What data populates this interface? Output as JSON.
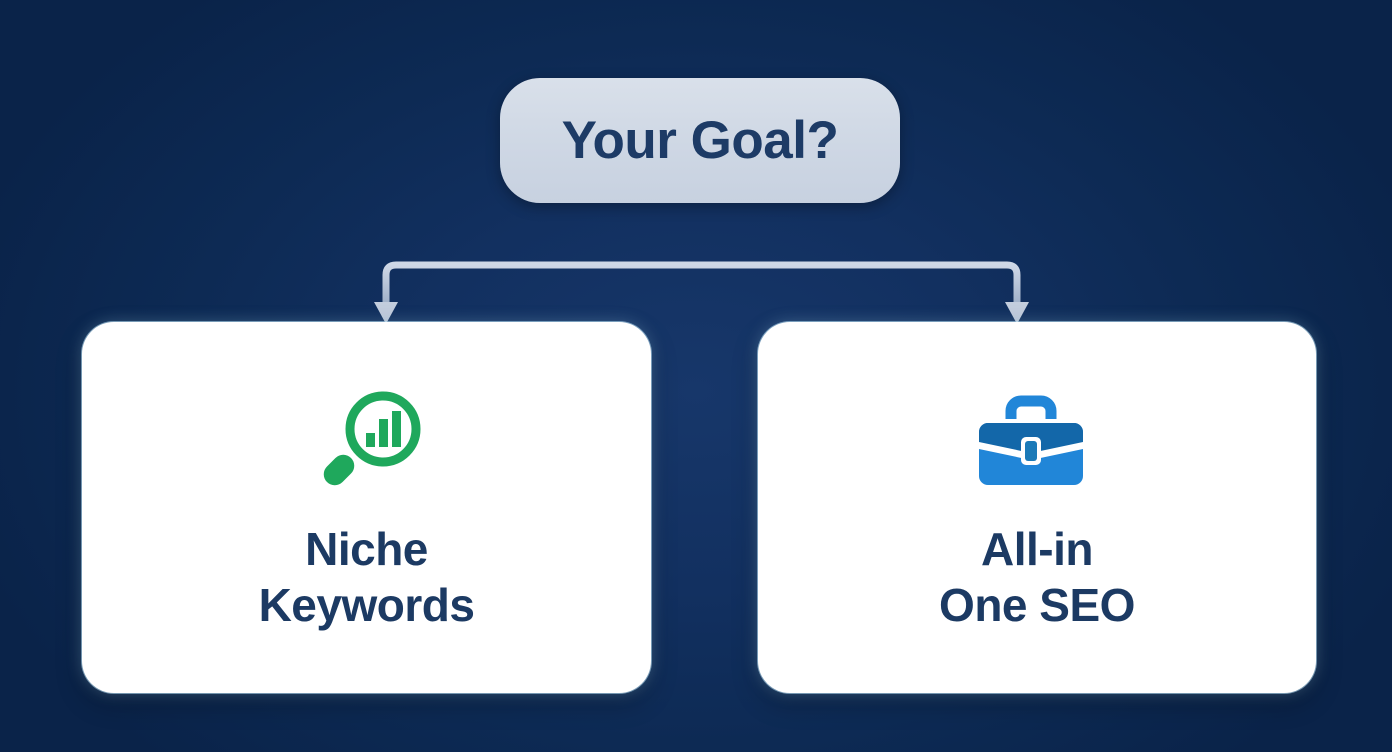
{
  "diagram": {
    "type": "decision-tree",
    "background_color": "#0d2a54",
    "root": {
      "label": "Your Goal?",
      "fill_color": "#ced7e4",
      "text_color": "#1d3b66"
    },
    "connector": {
      "color": "#b9c4d6",
      "style": "elbow-with-arrowhead",
      "branches": 2
    },
    "options": [
      {
        "id": "niche-keywords",
        "title_lines": [
          "Niche",
          "Keywords"
        ],
        "title_full": "Niche Keywords",
        "icon": "magnifier-bar-chart-icon",
        "icon_color": "#1fa85c",
        "card_color": "#ffffff",
        "text_color": "#1c3a63"
      },
      {
        "id": "all-in-one-seo",
        "title_lines": [
          "All-in",
          "One SEO"
        ],
        "title_full": "All-in One SEO",
        "icon": "briefcase-icon",
        "icon_color": "#2186d8",
        "icon_color_dark": "#1367a9",
        "card_color": "#ffffff",
        "text_color": "#1c3a63"
      }
    ]
  }
}
